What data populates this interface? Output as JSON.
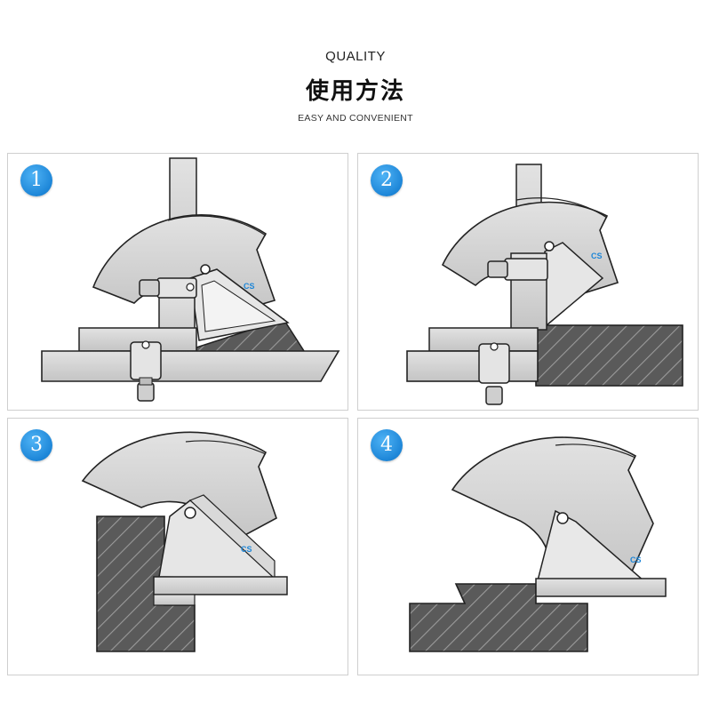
{
  "header": {
    "quality": "QUALITY",
    "title_cn": "使用方法",
    "subtitle": "EASY AND CONVENIENT"
  },
  "steps": [
    {
      "number": "1",
      "brand": "CS"
    },
    {
      "number": "2",
      "brand": "CS"
    },
    {
      "number": "3",
      "brand": "CS"
    },
    {
      "number": "4",
      "brand": "CS"
    }
  ],
  "colors": {
    "badge": "#1d86d8",
    "steel": "#d4d4d4",
    "workpiece": "#555555",
    "outline": "#222222"
  }
}
